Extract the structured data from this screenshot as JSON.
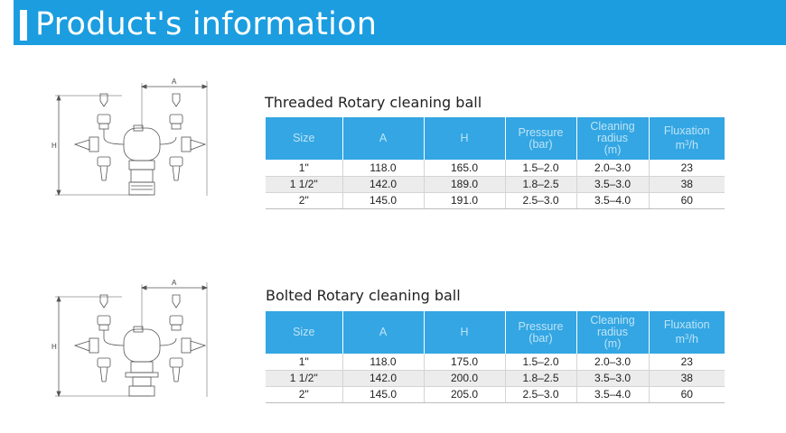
{
  "header": {
    "title": "Product's information"
  },
  "drawing_labels": {
    "dim_a": "A",
    "dim_h": "H"
  },
  "products": [
    {
      "title": "Threaded Rotary cleaning ball",
      "columns": {
        "size": "Size",
        "a": "A",
        "h": "H",
        "pressure": [
          "Pressure",
          "(bar)"
        ],
        "cleaning_radius": [
          "Cleaning",
          "radius",
          "(m)"
        ],
        "fluxation": [
          "Fluxation",
          "m",
          "3",
          "/h"
        ]
      },
      "rows": [
        {
          "size": "1\"",
          "a": "118.0",
          "h": "165.0",
          "pressure": "1.5–2.0",
          "radius": "2.0–3.0",
          "flux": "23"
        },
        {
          "size": "1 1/2\"",
          "a": "142.0",
          "h": "189.0",
          "pressure": "1.8–2.5",
          "radius": "3.5–3.0",
          "flux": "38"
        },
        {
          "size": "2\"",
          "a": "145.0",
          "h": "191.0",
          "pressure": "2.5–3.0",
          "radius": "3.5–4.0",
          "flux": "60"
        }
      ]
    },
    {
      "title": "Bolted Rotary cleaning ball",
      "columns": {
        "size": "Size",
        "a": "A",
        "h": "H",
        "pressure": [
          "Pressure",
          "(bar)"
        ],
        "cleaning_radius": [
          "Cleaning",
          "radius",
          "(m)"
        ],
        "fluxation": [
          "Fluxation",
          "m",
          "3",
          "/h"
        ]
      },
      "rows": [
        {
          "size": "1\"",
          "a": "118.0",
          "h": "175.0",
          "pressure": "1.5–2.0",
          "radius": "2.0–3.0",
          "flux": "23"
        },
        {
          "size": "1 1/2\"",
          "a": "142.0",
          "h": "200.0",
          "pressure": "1.8–2.5",
          "radius": "3.5–3.0",
          "flux": "38"
        },
        {
          "size": "2\"",
          "a": "145.0",
          "h": "205.0",
          "pressure": "2.5–3.0",
          "radius": "3.5–4.0",
          "flux": "60"
        }
      ]
    }
  ],
  "colors": {
    "banner": "#1b9de0",
    "table_header": "#33a6e3",
    "header_text": "#bfe4f6",
    "row_alt": "#ececec"
  },
  "icons": [
    "threaded-cleaning-ball-drawing-icon",
    "bolted-cleaning-ball-drawing-icon"
  ]
}
